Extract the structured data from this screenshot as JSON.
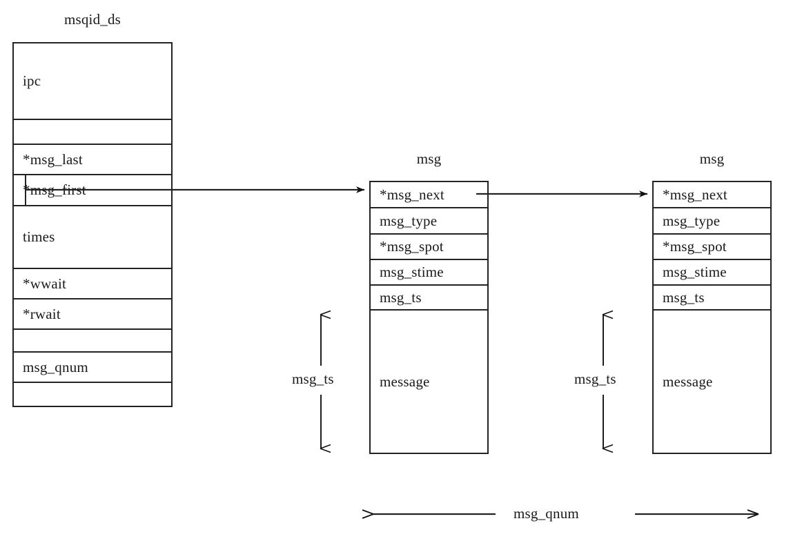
{
  "diagram": {
    "title": "msqid_ds message queue structure",
    "line_color": "#222222",
    "text_color": "#1a1a1a",
    "background": "#ffffff"
  },
  "msqid_ds": {
    "title": "msqid_ds",
    "rows": [
      {
        "label": "ipc"
      },
      {
        "label": ""
      },
      {
        "label": "*msg_last"
      },
      {
        "label": "*msg_first"
      },
      {
        "label": "times"
      },
      {
        "label": "*wwait"
      },
      {
        "label": "*rwait"
      },
      {
        "label": ""
      },
      {
        "label": "msg_qnum"
      },
      {
        "label": ""
      }
    ]
  },
  "msg_first": {
    "title": "msg",
    "rows": [
      {
        "label": "*msg_next"
      },
      {
        "label": "msg_type"
      },
      {
        "label": "*msg_spot"
      },
      {
        "label": "msg_stime"
      },
      {
        "label": "msg_ts"
      },
      {
        "label": "message"
      }
    ]
  },
  "msg_second": {
    "title": "msg",
    "rows": [
      {
        "label": "*msg_next"
      },
      {
        "label": "msg_type"
      },
      {
        "label": "*msg_spot"
      },
      {
        "label": "msg_stime"
      },
      {
        "label": "msg_ts"
      },
      {
        "label": "message"
      }
    ]
  },
  "annotations": {
    "msg_ts_first": "msg_ts",
    "msg_ts_second": "msg_ts",
    "msg_qnum": "msg_qnum"
  }
}
